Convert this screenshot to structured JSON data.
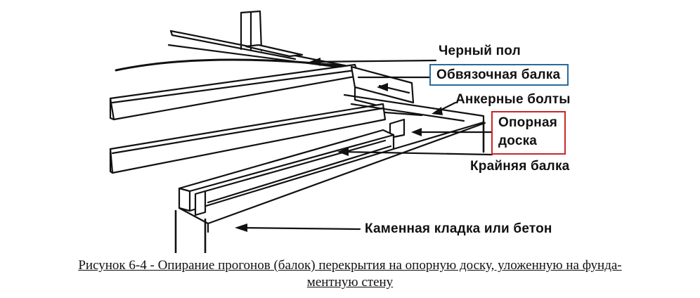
{
  "diagram": {
    "labels": {
      "black_floor": "Черный пол",
      "rim_joist": "Обвязочная балка",
      "anchor_bolts": "Анкерные болты",
      "sill_plate_line1": "Опорная",
      "sill_plate_line2": "доска",
      "edge_joist": "Крайняя балка",
      "masonry": "Каменная кладка или бетон"
    },
    "highlight_colors": {
      "rim_joist_box": "#2a6a9e",
      "sill_plate_box": "#c62828"
    }
  },
  "caption": {
    "line1": "Рисунок 6-4 - Опирание прогонов (балок) перекрытия на опорную доску, уложенную на фунда-",
    "line2": "ментную стену"
  }
}
